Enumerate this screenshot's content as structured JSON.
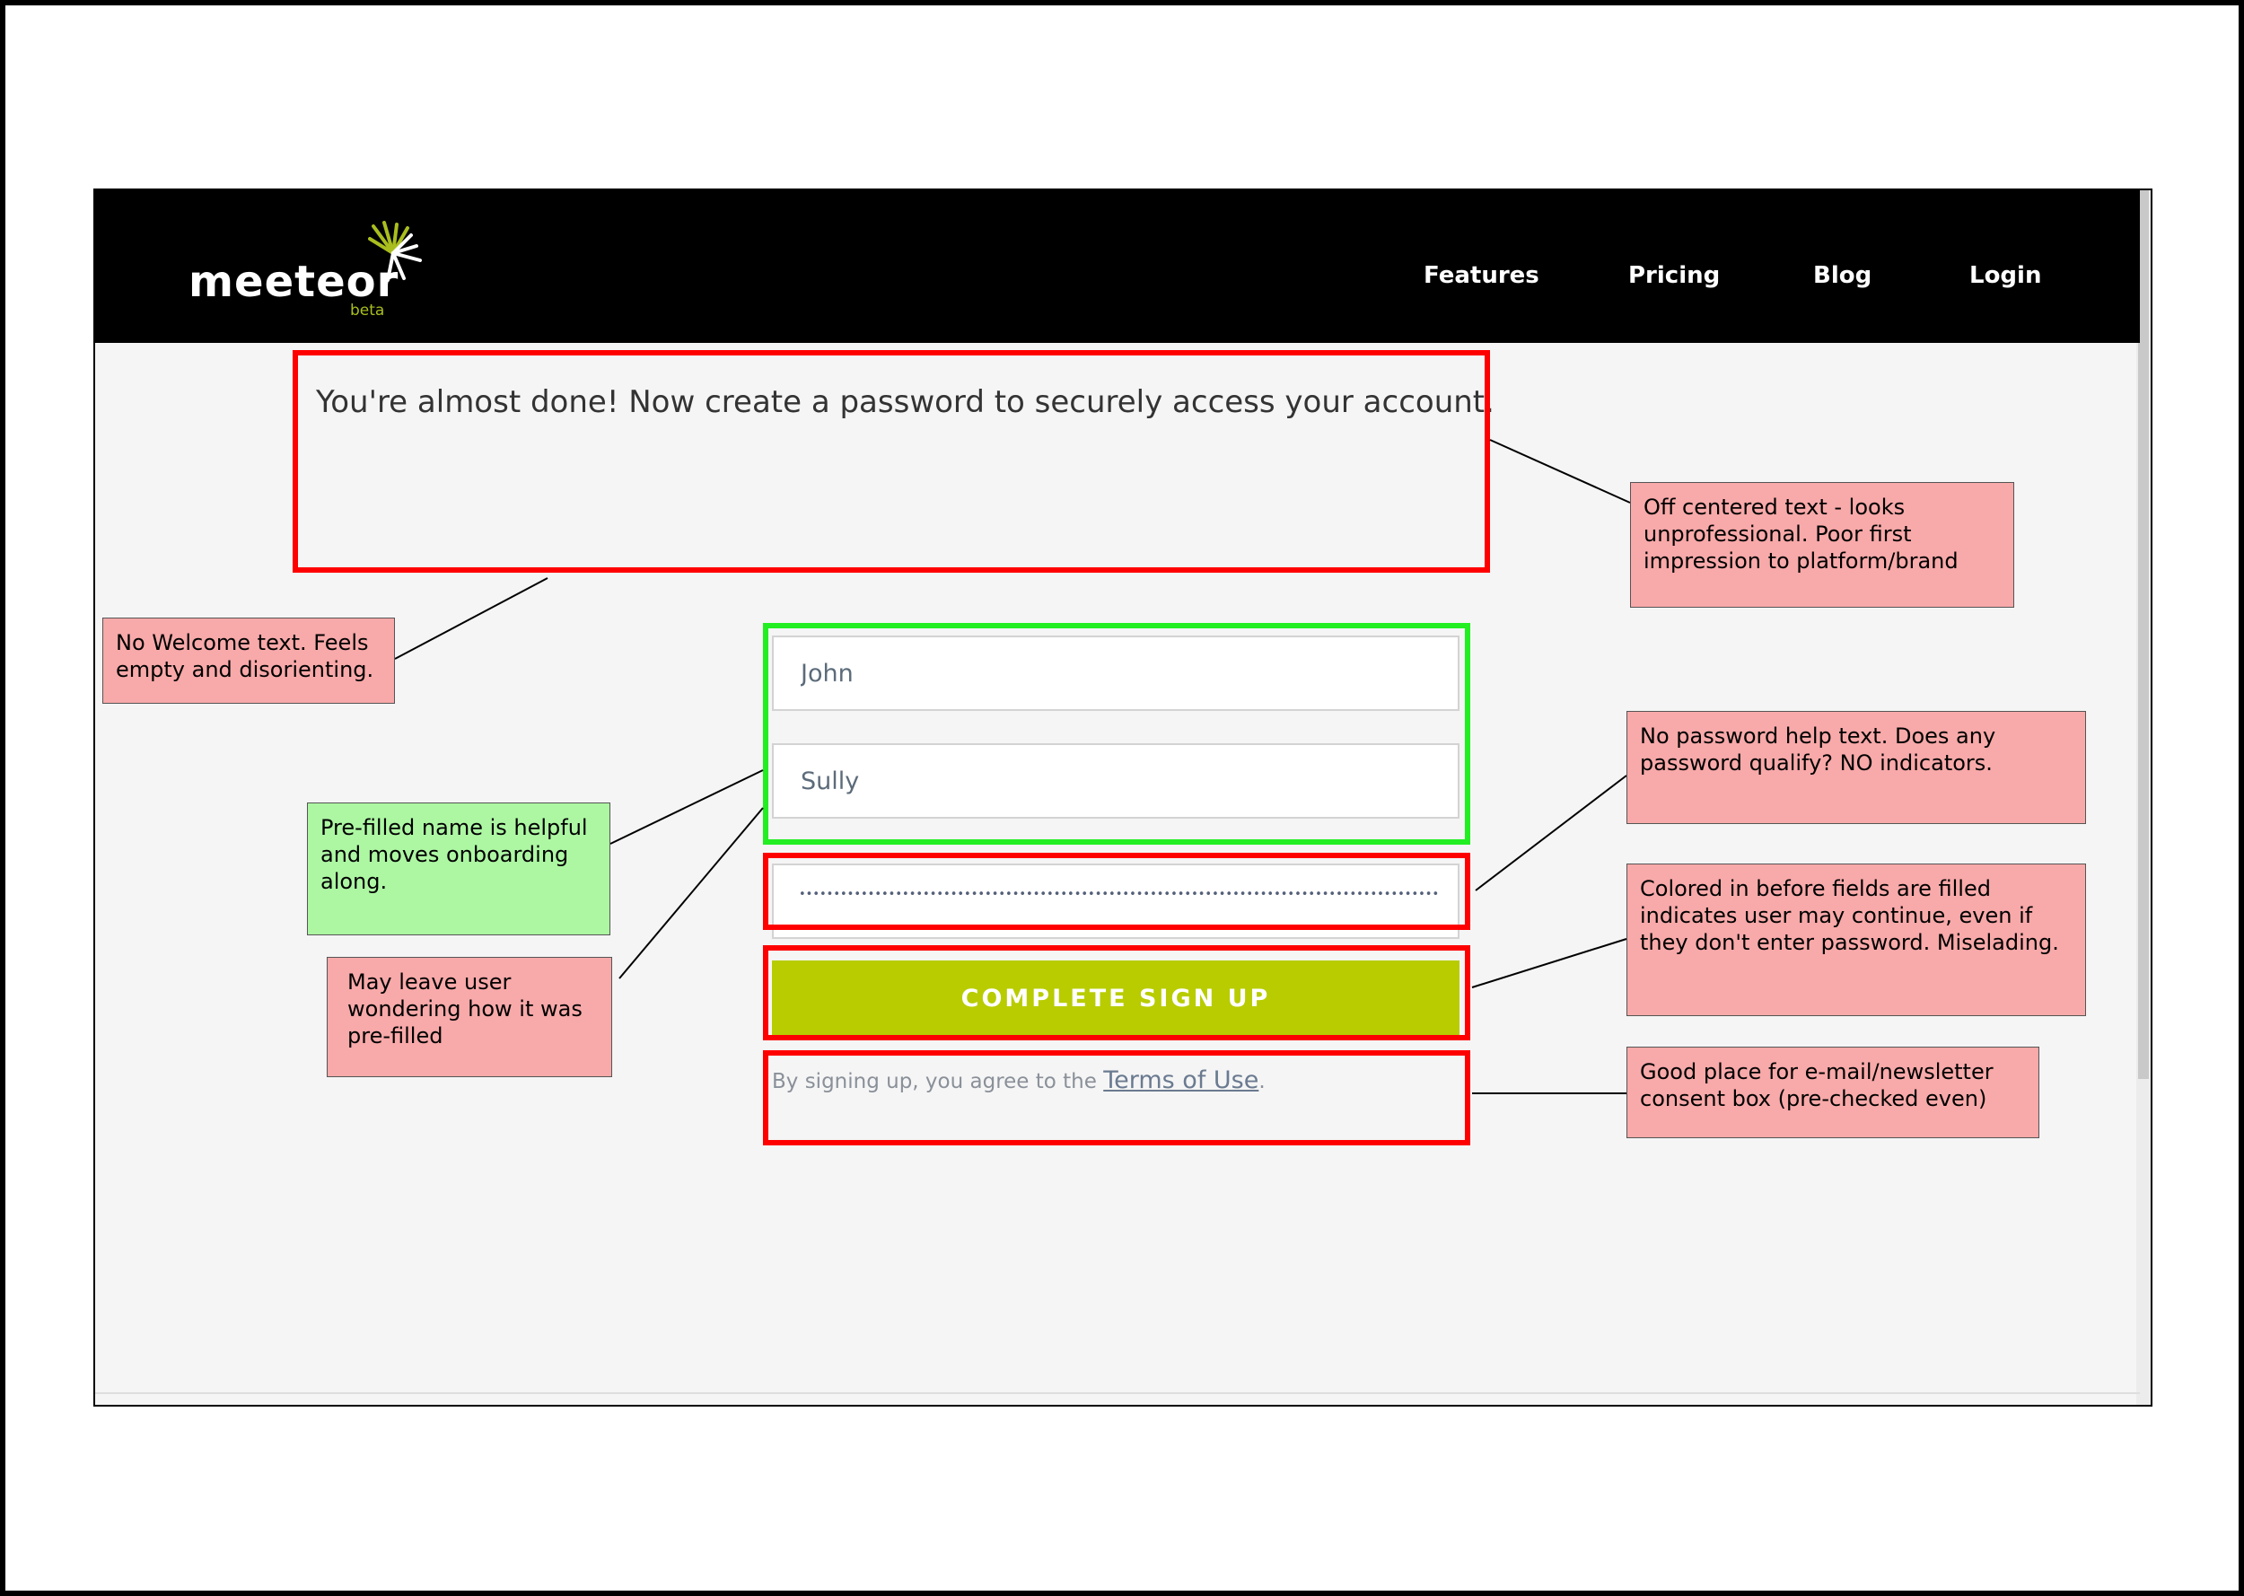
{
  "navbar": {
    "logo_text": "meeteor",
    "logo_badge": "beta",
    "links": [
      "Features",
      "Pricing",
      "Blog",
      "Login"
    ]
  },
  "signup_form": {
    "heading": "You're almost done! Now create a password to securely access your account.",
    "first_name_value": "John",
    "last_name_value": "Sully",
    "password_value": "••••••••••••••••••••••••••••••••••••••••••••••••••••••••••••••••••••••••••••••••••••••••••••••••••••••••••••••••••••••••••••••••••••••••••••••••••••••••••••••••••••••••••••••••",
    "submit_label": "COMPLETE SIGN UP",
    "terms_prefix": "By signing up, you agree to the",
    "terms_link": "Terms of Use",
    "terms_suffix": "."
  },
  "annotations": {
    "off_centered": "Off centered text - looks unprofessional. Poor first impression to platform/brand",
    "no_welcome": "No Welcome text. Feels empty and disorienting.",
    "prefilled_helpful": "Pre-filled name is helpful and moves onboarding along.",
    "prefilled_wondering": "May leave user wondering how it was pre-filled",
    "no_password_help": "No password help text. Does any password qualify? NO indicators.",
    "colored_button": "Colored in before fields are filled indicates user may continue, even if they don't enter password. Miselading.",
    "consent_box": "Good place for e-mail/newsletter consent box (pre-checked even)"
  },
  "colors": {
    "navbar": "#000000",
    "accent": "#b8cc00",
    "highlight_bad": "#ff0000",
    "highlight_good": "#22ee22",
    "note_bad": "#f8a9a9",
    "note_good": "#adf7a3"
  }
}
